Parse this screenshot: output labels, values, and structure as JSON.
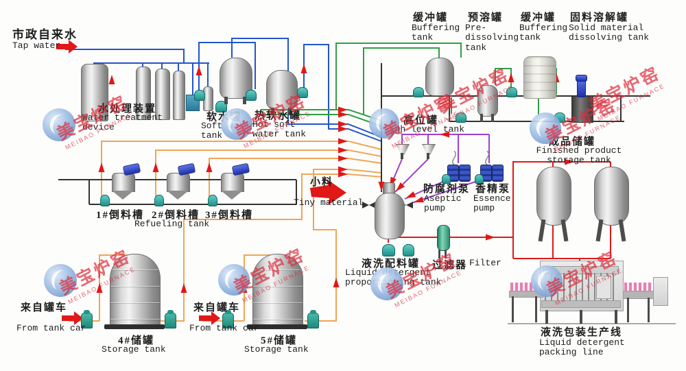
{
  "watermark": {
    "cn": "美宝炉窑",
    "en": "MEIBAO FURNACE"
  },
  "labels": {
    "tap_water": {
      "cn": "市政自来水",
      "en": "Tap water"
    },
    "water_treatment": {
      "cn": "水处理装置",
      "en": "Water treatment\ndevice"
    },
    "soft_water": {
      "cn": "软水罐",
      "en": "Soft water\ntank"
    },
    "hot_soft_water": {
      "cn": "热软水罐",
      "en": "Hot soft\nwater tank"
    },
    "buffering1": {
      "cn": "缓冲罐",
      "en": "Buffering\ntank"
    },
    "pre_dissolving": {
      "cn": "预溶罐",
      "en": "Pre-\ndissolving\ntank"
    },
    "buffering2": {
      "cn": "缓冲罐",
      "en": "Buffering\ntank"
    },
    "solid_dissolving": {
      "cn": "固料溶解罐",
      "en": "Solid material\ndissolving tank"
    },
    "high_level": {
      "cn": "高位罐",
      "en": "High level tank"
    },
    "finished_product": {
      "cn": "成品储罐",
      "en": "Finished product\nstorage tank"
    },
    "refueling1": {
      "cn": "1#倒料槽"
    },
    "refueling2": {
      "cn": "2#倒料槽"
    },
    "refueling3": {
      "cn": "3#倒料槽"
    },
    "refueling": {
      "en": "Refueling tank"
    },
    "tiny_material": {
      "cn": "小料",
      "en": "Tiny material"
    },
    "aseptic_pump": {
      "cn": "防腐剂泵",
      "en": "Aseptic\npump"
    },
    "essence_pump": {
      "cn": "香精泵",
      "en": "Essence\npump"
    },
    "proportioning": {
      "cn": "液洗配料罐",
      "en": "Liquid detergent\nproportioning tank"
    },
    "filter": {
      "cn": "过滤器",
      "en": "Filter"
    },
    "from_tank_car1": {
      "cn": "来自罐车",
      "en": "From tank car"
    },
    "storage4": {
      "cn": "4#储罐",
      "en": "Storage tank"
    },
    "from_tank_car2": {
      "cn": "来自罐车",
      "en": "From tank car"
    },
    "storage5": {
      "cn": "5#储罐",
      "en": "Storage tank"
    },
    "packing_line": {
      "cn": "液洗包装生产线",
      "en": "Liquid detergent\npacking line"
    }
  },
  "colors": {
    "pipe_blue": "#2255cc",
    "pipe_green": "#2f9e44",
    "pipe_orange": "#f0a555",
    "pipe_red": "#e01818",
    "pipe_purple": "#a040d0",
    "watermark_red": "#dd2e3c",
    "logo_blue": "#86add8",
    "pump_teal": "#2aa8a0",
    "motor_blue": "#2a3fd0"
  }
}
